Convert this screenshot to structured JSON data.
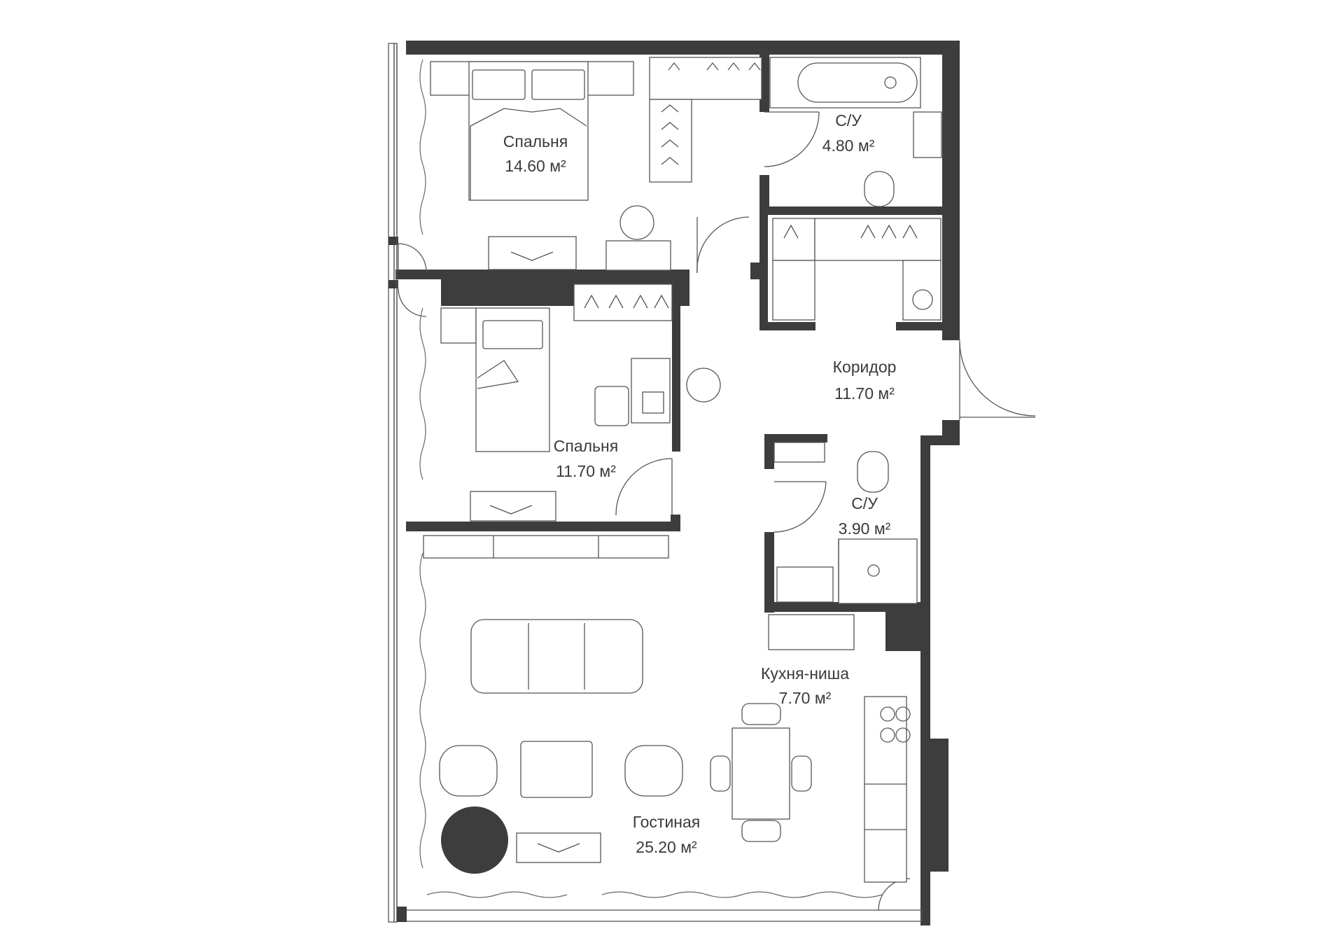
{
  "rooms": {
    "bedroom_1": {
      "name": "Спальня",
      "area": "14.60 м²"
    },
    "bathroom_1": {
      "name": "С/У",
      "area": "4.80 м²"
    },
    "corridor": {
      "name": "Коридор",
      "area": "11.70 м²"
    },
    "bedroom_2": {
      "name": "Спальня",
      "area": "11.70 м²"
    },
    "bathroom_2": {
      "name": "С/У",
      "area": "3.90 м²"
    },
    "kitchen": {
      "name": "Кухня-ниша",
      "area": "7.70 м²"
    },
    "living": {
      "name": "Гостиная",
      "area": "25.20 м²"
    }
  },
  "colors": {
    "wall": "#3d3d3d",
    "line": "#555555",
    "background": "#ffffff"
  }
}
